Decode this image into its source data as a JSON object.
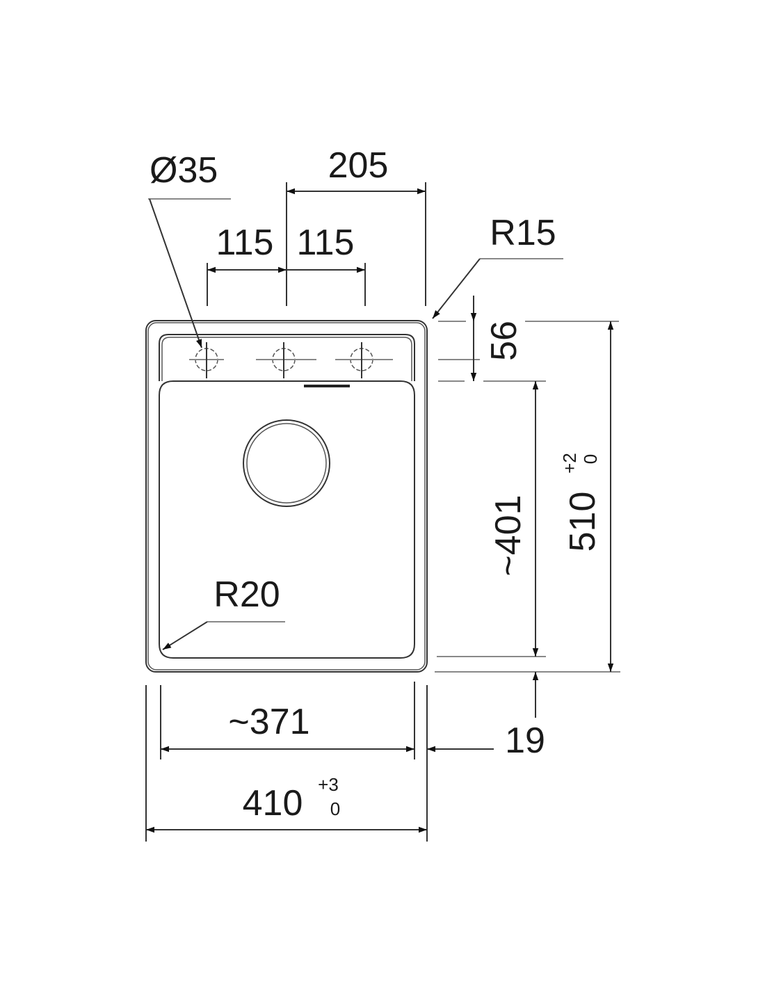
{
  "drawing": {
    "type": "sink dimension drawing",
    "units": "mm",
    "labels": {
      "tap_hole_diameter": "Ø35",
      "tap_holes_span": "205",
      "hole_spacing_left": "115",
      "hole_spacing_right": "115",
      "outer_corner_radius": "R15",
      "deck_depth": "56",
      "bowl_length": "~401",
      "overall_length": "510",
      "overall_length_tol_upper": "+2",
      "overall_length_tol_lower": "0",
      "bowl_corner_radius": "R20",
      "bowl_width": "~371",
      "rim_offset": "19",
      "overall_width": "410",
      "overall_width_tol_upper": "+3",
      "overall_width_tol_lower": "0"
    }
  }
}
